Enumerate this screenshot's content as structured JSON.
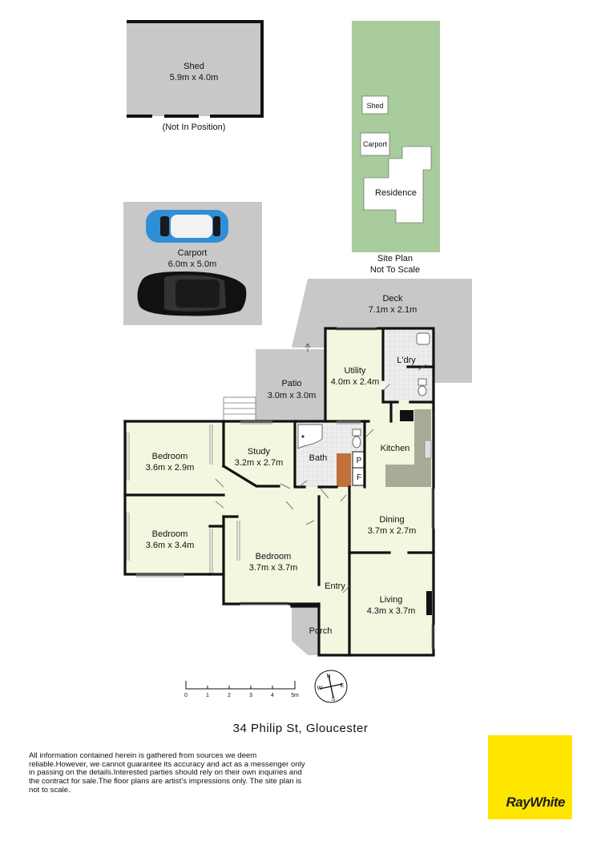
{
  "outbuildings": {
    "shed": {
      "name": "Shed",
      "dims": "5.9m x 4.0m",
      "note": "(Not In Position)"
    },
    "carport": {
      "name": "Carport",
      "dims": "6.0m x 5.0m"
    }
  },
  "site_plan": {
    "shed": "Shed",
    "carport": "Carport",
    "residence": "Residence",
    "caption_line1": "Site Plan",
    "caption_line2": "Not To Scale"
  },
  "rooms": {
    "deck": {
      "name": "Deck",
      "dims": "7.1m x 2.1m"
    },
    "utility": {
      "name": "Utility",
      "dims": "4.0m x 2.4m"
    },
    "laundry": {
      "name": "L'dry"
    },
    "patio": {
      "name": "Patio",
      "dims": "3.0m x 3.0m"
    },
    "kitchen": {
      "name": "Kitchen"
    },
    "bedroom1": {
      "name": "Bedroom",
      "dims": "3.6m x 2.9m"
    },
    "study": {
      "name": "Study",
      "dims": "3.2m x 2.7m"
    },
    "bath": {
      "name": "Bath"
    },
    "pantry": "P",
    "fridge": "F",
    "bedroom2": {
      "name": "Bedroom",
      "dims": "3.6m x 3.4m"
    },
    "dining": {
      "name": "Dining",
      "dims": "3.7m x 2.7m"
    },
    "bedroom3": {
      "name": "Bedroom",
      "dims": "3.7m x 3.7m"
    },
    "entry": {
      "name": "Entry"
    },
    "living": {
      "name": "Living",
      "dims": "4.3m x 3.7m"
    },
    "porch": {
      "name": "Porch"
    }
  },
  "scale_bar": {
    "ticks": [
      "0",
      "1",
      "2",
      "3",
      "4",
      "5m"
    ]
  },
  "compass": {
    "n": "N",
    "e": "E",
    "s": "S",
    "w": "W"
  },
  "address": "34 Philip St, Gloucester",
  "disclaimer": "All information contained herein is gathered from sources we deem reliable.However, we cannot guarantee its accuracy and act as a messenger only in passing on the details.Interested parties should rely on their own inquiries and the contract for sale.The floor plans are artist’s impressions only. The site plan is not to scale.",
  "brand": {
    "name": "RayWhite",
    "color": "#ffe600"
  },
  "colors": {
    "floor": "#f4f7df",
    "outdoor": "#c8c8c8",
    "site_plan": "#a8cc9b",
    "wall": "#111111",
    "bench": "#a9ab98"
  }
}
